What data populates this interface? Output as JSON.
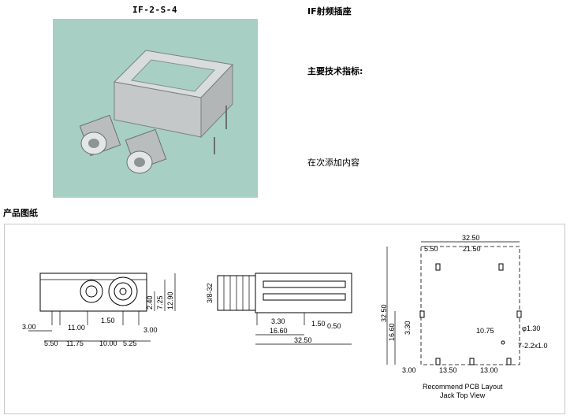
{
  "header": {
    "model": "IF-2-S-4",
    "product_name": "IF射频插座",
    "spec_heading": "主要技术指标:",
    "content_placeholder": "在次添加内容"
  },
  "drawing_section": {
    "heading": "产品图纸",
    "front_view": {
      "dims": [
        "3.00",
        "11.00",
        "1.50",
        "5.50",
        "11.75",
        "10.00",
        "5.25",
        "2.40",
        "7.25",
        "12.90",
        "3.00"
      ]
    },
    "side_view": {
      "dims": [
        "3/8-32",
        "3.30",
        "1.50",
        "0.50",
        "16.60",
        "32.50"
      ]
    },
    "pcb_view": {
      "dims": [
        "32.50",
        "5.50",
        "21.50",
        "32.50",
        "16.60",
        "3.30",
        "10.75",
        "φ1.30",
        "7-2.2x1.0",
        "3.00",
        "13.50",
        "13.00"
      ],
      "caption_line1": "Recommend PCB Layout",
      "caption_line2": "Jack Top View"
    }
  },
  "colors": {
    "photo_background": "#a8cfc4",
    "frame_border": "#c8c8c8"
  }
}
